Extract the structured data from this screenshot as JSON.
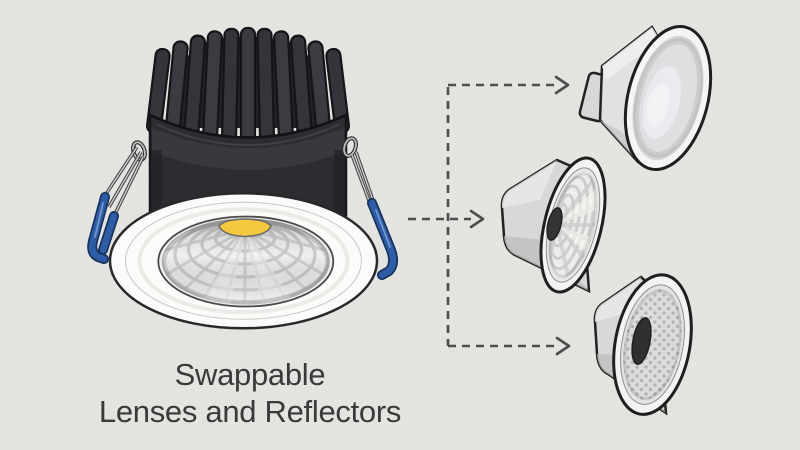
{
  "caption": {
    "line1": "Swappable",
    "line2": "Lenses and Reflectors"
  },
  "colors": {
    "background": "#e9e8e5",
    "outline": "#222222",
    "heatsink_dark": "#38383e",
    "trim_white": "#fbfbf9",
    "led_yellow": "#f4c93f",
    "clip_blue": "#2e5ca6",
    "arrow_gray": "#4d4d4d",
    "text": "#3a3a3a"
  },
  "illustration": {
    "main_unit": "recessed-led-downlight",
    "swappable_parts": [
      "smooth-frosted-lens",
      "faceted-prism-reflector",
      "honeycomb-perforated-reflector"
    ]
  }
}
